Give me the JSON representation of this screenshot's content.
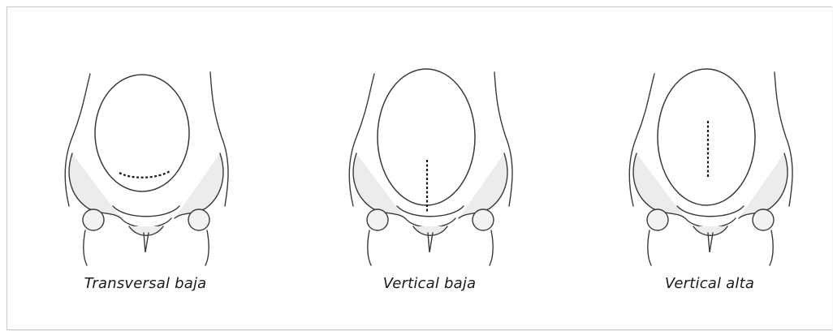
{
  "figure": {
    "panels": [
      {
        "caption": "Transversal baja",
        "incision": "transverse-low"
      },
      {
        "caption": "Vertical baja",
        "incision": "vertical-low"
      },
      {
        "caption": "Vertical alta",
        "incision": "vertical-high"
      }
    ],
    "colors": {
      "line": "#3a3a3a",
      "shade": "#cfcfcf",
      "incision": "#1a1a1a"
    }
  }
}
